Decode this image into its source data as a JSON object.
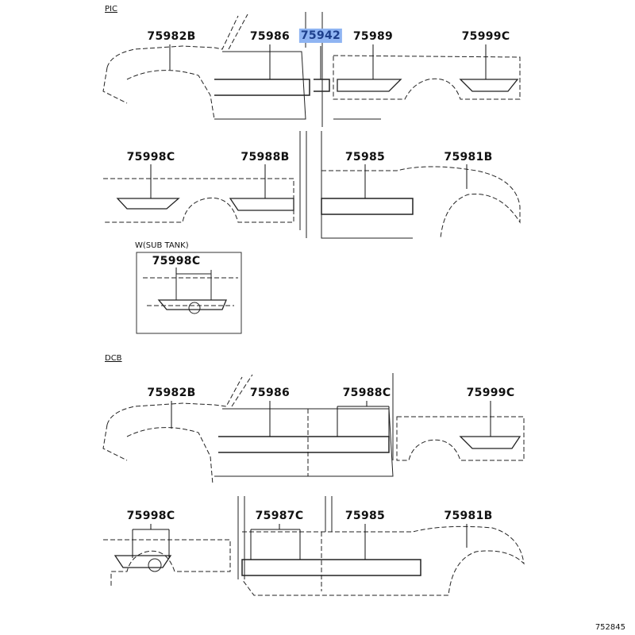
{
  "sections": {
    "pic": {
      "title": "PIC",
      "row1": [
        "75982B",
        "75986",
        "75942",
        "75989",
        "75999C"
      ],
      "row2": [
        "75998C",
        "75988B",
        "75985",
        "75981B"
      ],
      "subtank": {
        "title": "W(SUB TANK)",
        "label": "75998C"
      }
    },
    "dcb": {
      "title": "DCB",
      "row1": [
        "75982B",
        "75986",
        "75988C",
        "75999C"
      ],
      "row2": [
        "75998C",
        "75987C",
        "75985",
        "75981B"
      ]
    }
  },
  "highlighted_part": "75942",
  "diagram_code": "752845",
  "colors": {
    "highlight": "#8fb4f2",
    "highlight_text": "#1d3f8c"
  }
}
